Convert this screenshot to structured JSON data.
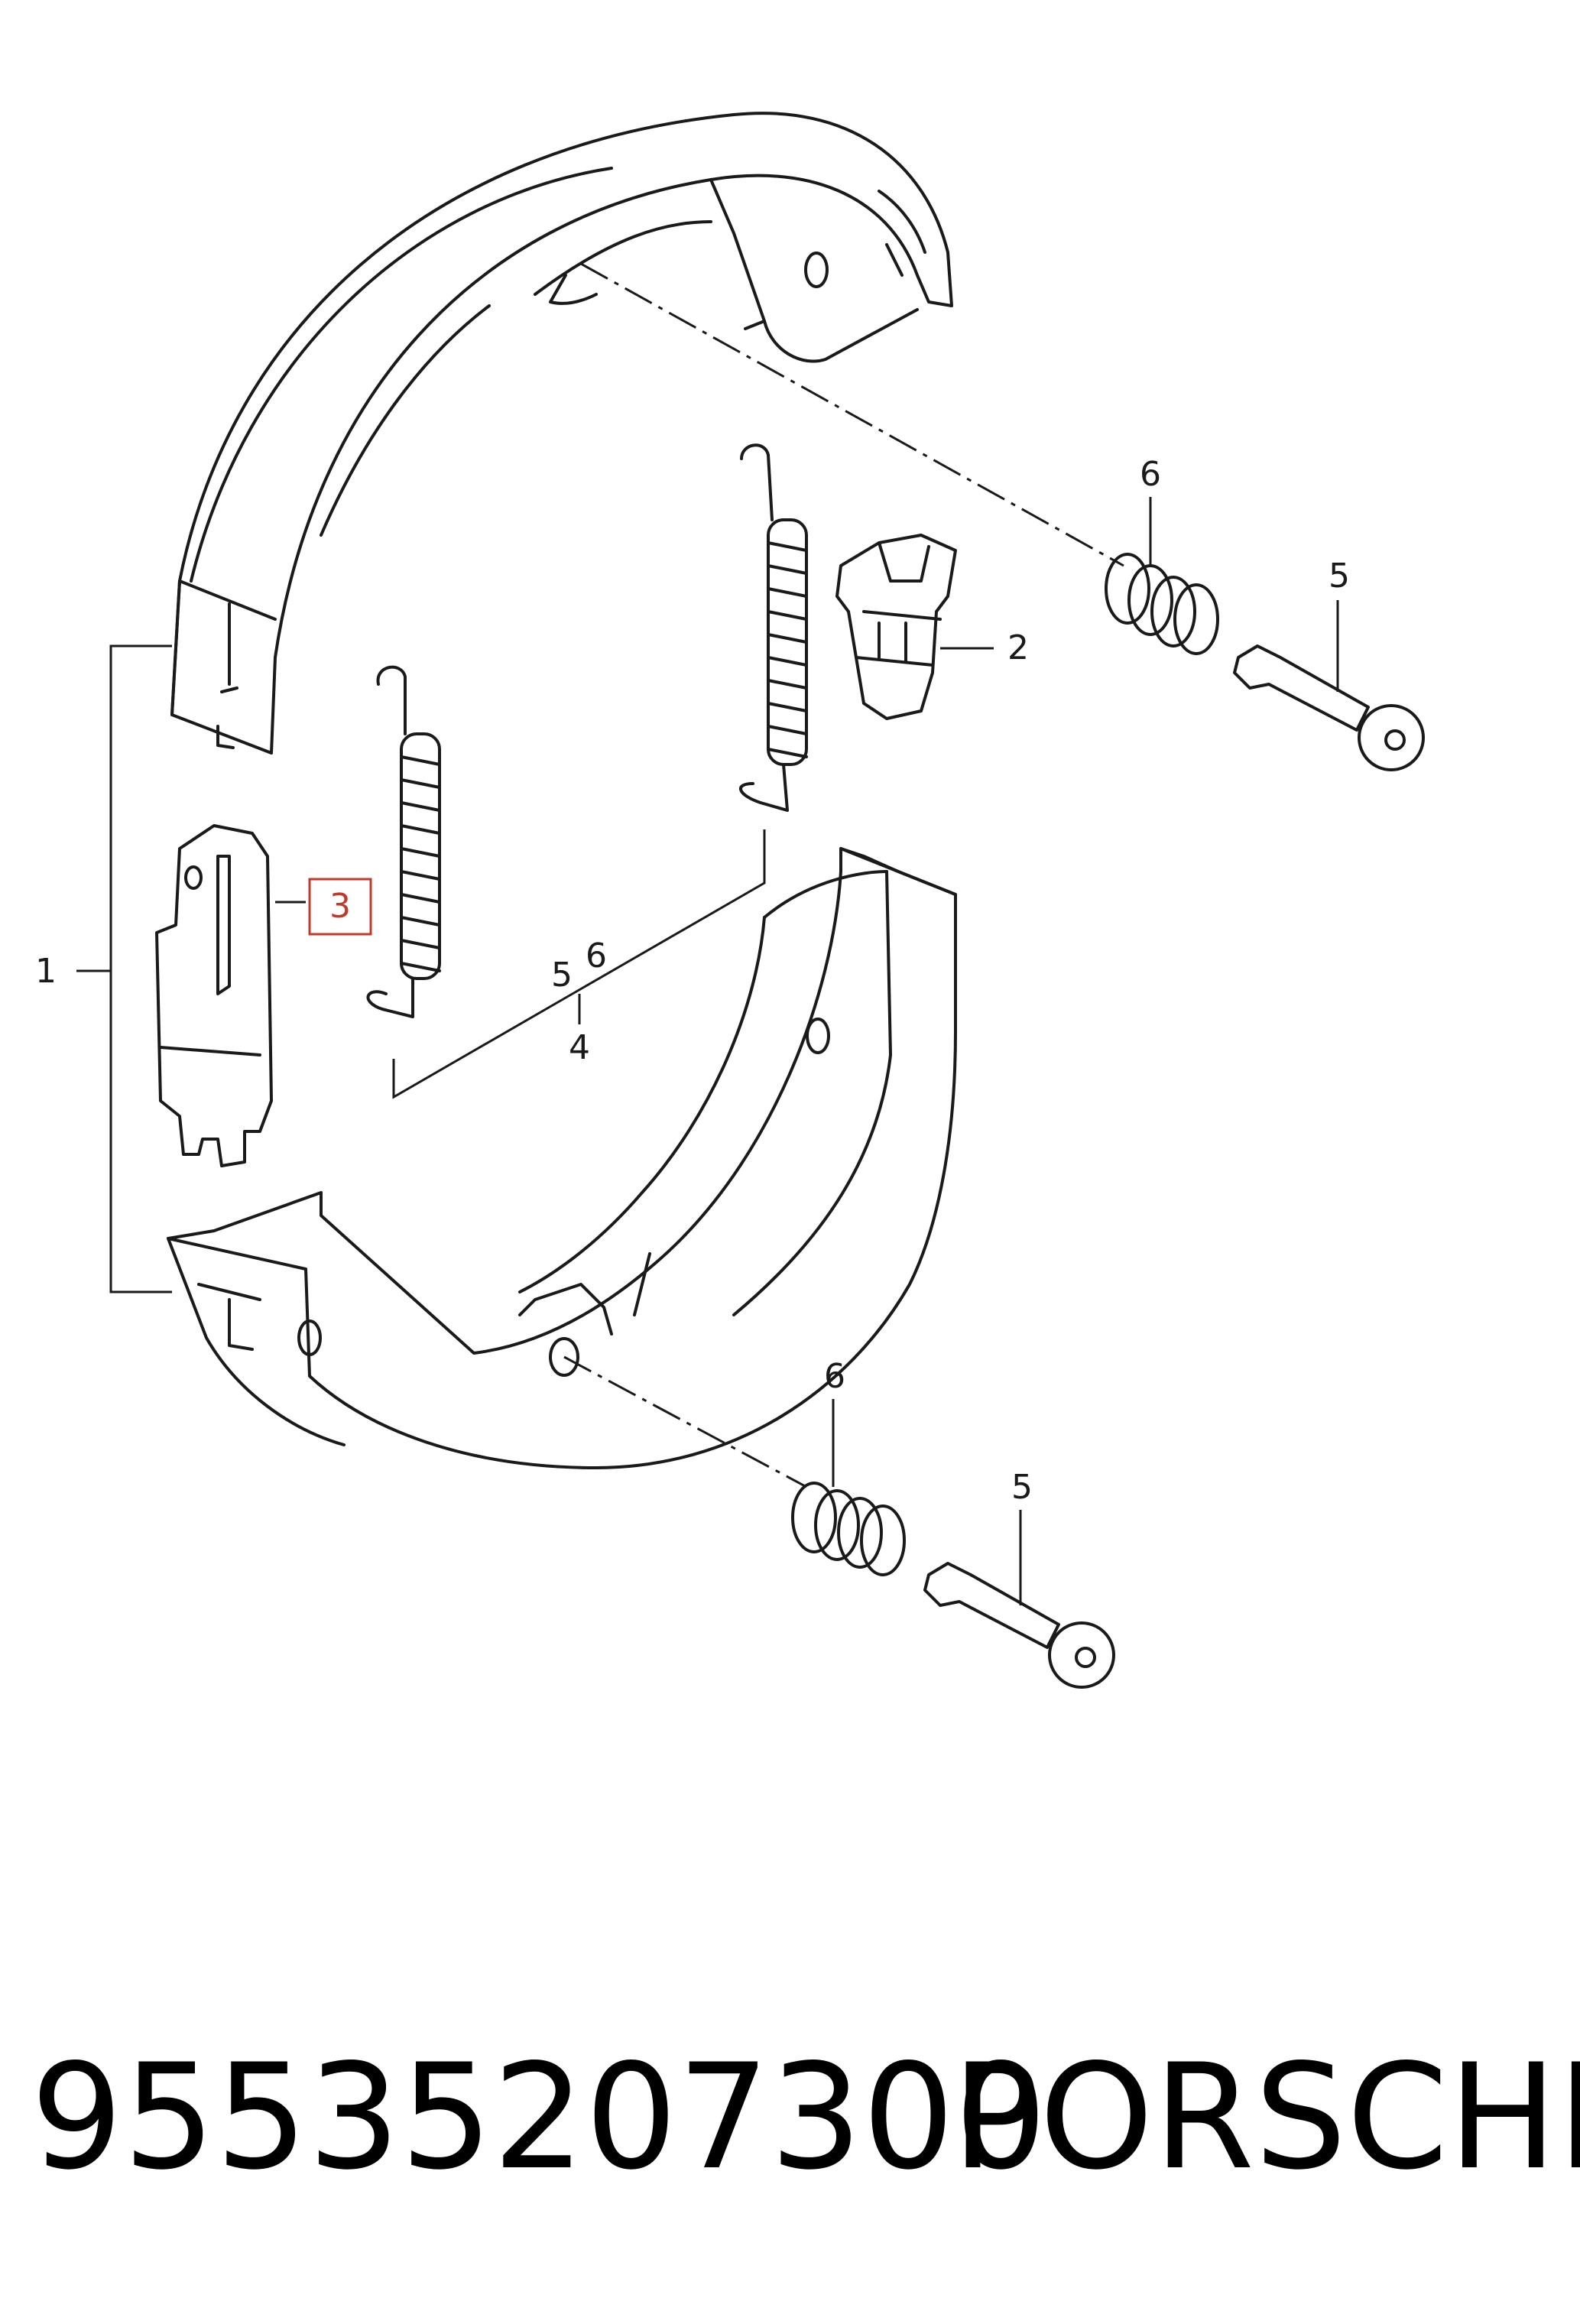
{
  "diagram": {
    "callouts": {
      "brake_shoe_assembly": "1",
      "adjuster": "2",
      "lever": "3",
      "spring_set": "4",
      "pin_label": "5",
      "spring_label": "6",
      "set_pin_label": "5",
      "set_spring_label": "6"
    },
    "highlight_color": "#c0392b",
    "line_color": "#1a1a1a"
  },
  "caption": {
    "part_number": "95535207300",
    "brand": "PORSCHE"
  }
}
